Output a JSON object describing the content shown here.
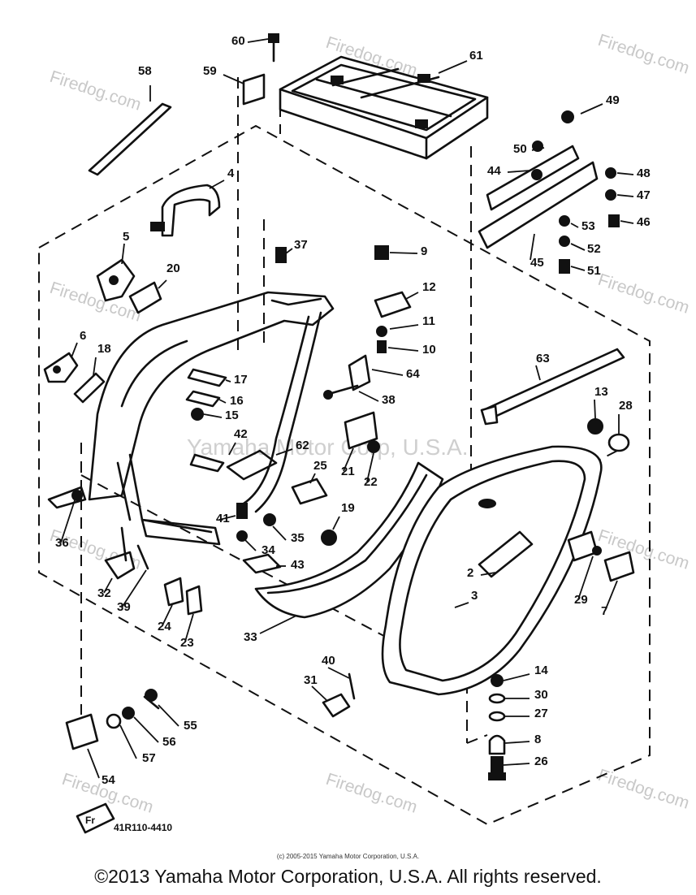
{
  "diagram": {
    "part_code": "41R110-4410",
    "watermark": "Firedog.com",
    "watermark_center": "Yamaha Motor Corp, U.S.A.",
    "callouts": [
      "58",
      "59",
      "60",
      "61",
      "49",
      "50",
      "44",
      "48",
      "47",
      "46",
      "53",
      "52",
      "51",
      "45",
      "4",
      "37",
      "9",
      "5",
      "20",
      "12",
      "11",
      "10",
      "6",
      "18",
      "64",
      "17",
      "16",
      "38",
      "15",
      "63",
      "13",
      "28",
      "42",
      "62",
      "21",
      "22",
      "25",
      "19",
      "41",
      "35",
      "34",
      "43",
      "36",
      "32",
      "39",
      "24",
      "23",
      "33",
      "2",
      "3",
      "29",
      "7",
      "40",
      "31",
      "14",
      "30",
      "27",
      "8",
      "26",
      "55",
      "56",
      "57",
      "54"
    ],
    "fr_label": "Fr"
  },
  "footer": {
    "fine_print": "(c) 2005-2015 Yamaha Motor Corporation, U.S.A.",
    "copyright": "©2013 Yamaha Motor Corporation, U.S.A. All rights reserved."
  }
}
